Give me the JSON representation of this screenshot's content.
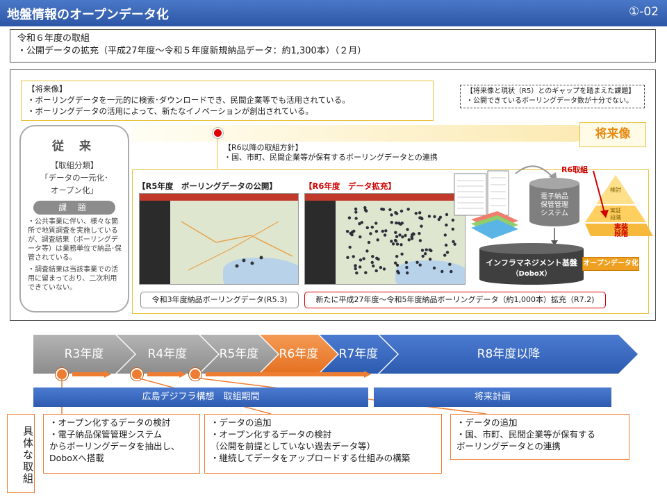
{
  "header": {
    "title": "地盤情報のオープンデータ化",
    "page": "①-02"
  },
  "intro": {
    "line1": "令和６年度の取組",
    "line2": "・公開データの拡充（平成27年度～令和５年度新規納品データ：約1,300本）（２月）"
  },
  "vision": {
    "title": "【将来像】",
    "line1": "・ボーリングデータを一元的に検索･ダウンロードでき、民間企業等でも活用されている。",
    "line2": "・ボーリングデータの活用によって、新たなイノベーションが創出されている。"
  },
  "gap": {
    "line1": "【将来像と現状（R5）とのギャップを踏まえた課題】",
    "line2": "・公開できているボーリングデータ数が十分でない。"
  },
  "future_label": "将来像",
  "policy": {
    "title": "【R6以降の取組方針】",
    "line1": "・国、市町、民間企業等が保有するボーリングデータとの連携"
  },
  "conventional": {
    "title": "従 来",
    "category_label": "【取組分類】",
    "category_line1": "「データの一元化･",
    "category_line2": "オープン化」",
    "issue_badge": "課 題",
    "note1": "・公共事業に伴い、様々な箇所で地質調査を実施しているが、調査結果（ボーリングデータ等）は業務単位で納品･保管されている。",
    "note2": "・調査結果は当該事業での活用に留まっており、二次利用できていない。"
  },
  "r5": {
    "label": "【R5年度　ボーリングデータの公開】",
    "caption": "令和3年度納品ボーリングデータ(R5.3)"
  },
  "r6": {
    "label": "【R6年度　データ拡充】",
    "caption": "新たに平成27年度～令和5年度納品ボーリングデータ（約1,000本）拡充（R7.2)"
  },
  "system": {
    "r6_tori": "R6取組",
    "storage_line1": "電子納品",
    "storage_line2": "保管管理",
    "storage_line3": "システム",
    "platform_line1": "インフラマネジメント基盤",
    "platform_line2": "（DoboX）",
    "opendata": "オープンデータ化",
    "pyramid_top": "検討",
    "pyramid_mid1": "実証",
    "pyramid_mid2": "段階",
    "pyramid_bottom1": "実装",
    "pyramid_bottom2": "段階"
  },
  "timeline": {
    "steps": [
      "R3年度",
      "R4年度",
      "R5年度",
      "R6年度",
      "R7年度",
      "R8年度以降"
    ],
    "period1": "広島デジフラ構想　取組期間",
    "period2": "将来計画"
  },
  "actions": {
    "side_label": "具体な取組",
    "box1": [
      "・オープン化するデータの検討",
      "・電子納品保管管理システム",
      "からボーリングデータを抽出し、",
      "DoboXへ搭載"
    ],
    "box2": [
      "・データの追加",
      "・オープン化するデータの検討",
      "（公開を前提としていない過去データ等）",
      "・継続してデータをアップロードする仕組みの構築"
    ],
    "box3": [
      "・データの追加",
      "・国、市町、民間企業等が保有する",
      "ボーリングデータとの連携"
    ]
  },
  "colors": {
    "header_blue": "#2d56a5",
    "accent_orange": "#ee7d31",
    "highlight_red": "#d00000",
    "frame_yellow": "#e8c23a",
    "chevron_gray": "#9a9a9a",
    "chevron_blue": "#3a66c4"
  }
}
